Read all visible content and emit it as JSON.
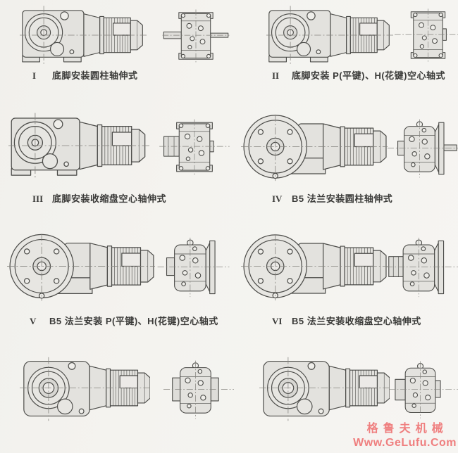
{
  "theme": {
    "paper": "#f3f2ee",
    "ink": "#4b4b48",
    "metal": "#e3e2de",
    "watermark": "#ef7f7f"
  },
  "figures": [
    {
      "numeral": "I",
      "caption": "底脚安装圆柱轴伸式",
      "side_view": "foot-mounted-gearmotor",
      "end_view": "solid-shaft-extension"
    },
    {
      "numeral": "II",
      "caption": "底脚安装 P(平键)、H(花键)空心轴式",
      "side_view": "foot-mounted-gearmotor",
      "end_view": "hollow-shaft"
    },
    {
      "numeral": "III",
      "caption": "底脚安装收缩盘空心轴伸式",
      "side_view": "foot-mounted-gearmotor",
      "end_view": "shrink-disc-hollow-shaft"
    },
    {
      "numeral": "IV",
      "caption": "B5 法兰安装圆柱轴伸式",
      "side_view": "b5-flange-gearmotor",
      "end_view": "flange-solid-shaft"
    },
    {
      "numeral": "V",
      "caption": "B5 法兰安装 P(平键)、H(花键)空心轴式",
      "side_view": "b5-flange-gearmotor",
      "end_view": "flange-hollow-shaft"
    },
    {
      "numeral": "VI",
      "caption": "B5 法兰安装收缩盘空心轴伸式",
      "side_view": "b5-flange-gearmotor",
      "end_view": "flange-shrink-disc"
    }
  ],
  "watermark": {
    "line1": "格鲁夫机械",
    "line2": "Www.GeLufu.Com"
  }
}
